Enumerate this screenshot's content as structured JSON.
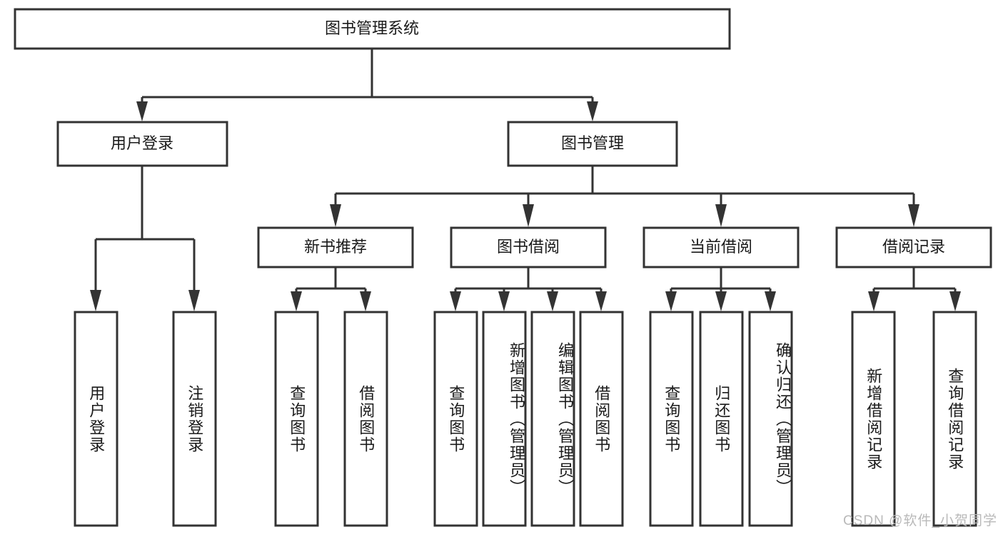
{
  "diagram": {
    "title_node": {
      "label": "图书管理系统"
    },
    "level2": [
      {
        "id": "user-login",
        "label": "用户登录"
      },
      {
        "id": "book-manage",
        "label": "图书管理"
      }
    ],
    "level3": [
      {
        "id": "new-book-recommend",
        "label": "新书推荐"
      },
      {
        "id": "book-borrow",
        "label": "图书借阅"
      },
      {
        "id": "current-borrow",
        "label": "当前借阅"
      },
      {
        "id": "borrow-record",
        "label": "借阅记录"
      }
    ],
    "leaves": [
      {
        "id": "leaf-user-login",
        "label": "用户登录",
        "parent": "user-login"
      },
      {
        "id": "leaf-logout-login",
        "label": "注销登录",
        "parent": "user-login"
      },
      {
        "id": "leaf-query-book-1",
        "label": "查询图书",
        "parent": "new-book-recommend"
      },
      {
        "id": "leaf-borrow-book-1",
        "label": "借阅图书",
        "parent": "new-book-recommend"
      },
      {
        "id": "leaf-query-book-2",
        "label": "查询图书",
        "parent": "book-borrow"
      },
      {
        "id": "leaf-add-book",
        "label": "新增图书（管理员）",
        "parent": "book-borrow"
      },
      {
        "id": "leaf-edit-book",
        "label": "编辑图书（管理员）",
        "parent": "book-borrow"
      },
      {
        "id": "leaf-borrow-book-2",
        "label": "借阅图书",
        "parent": "book-borrow"
      },
      {
        "id": "leaf-query-book-3",
        "label": "查询图书",
        "parent": "current-borrow"
      },
      {
        "id": "leaf-return-book",
        "label": "归还图书",
        "parent": "current-borrow"
      },
      {
        "id": "leaf-confirm-return",
        "label": "确认归还（管理员）",
        "parent": "current-borrow"
      },
      {
        "id": "leaf-add-record",
        "label": "新增借阅记录",
        "parent": "borrow-record"
      },
      {
        "id": "leaf-query-record",
        "label": "查询借阅记录",
        "parent": "borrow-record"
      }
    ],
    "colors": {
      "stroke": "#333333",
      "fill": "#ffffff",
      "text": "#1a1a1a",
      "watermark": "#b9b9b9"
    }
  },
  "watermark": {
    "text": "CSDN @软件_小贺同学"
  }
}
